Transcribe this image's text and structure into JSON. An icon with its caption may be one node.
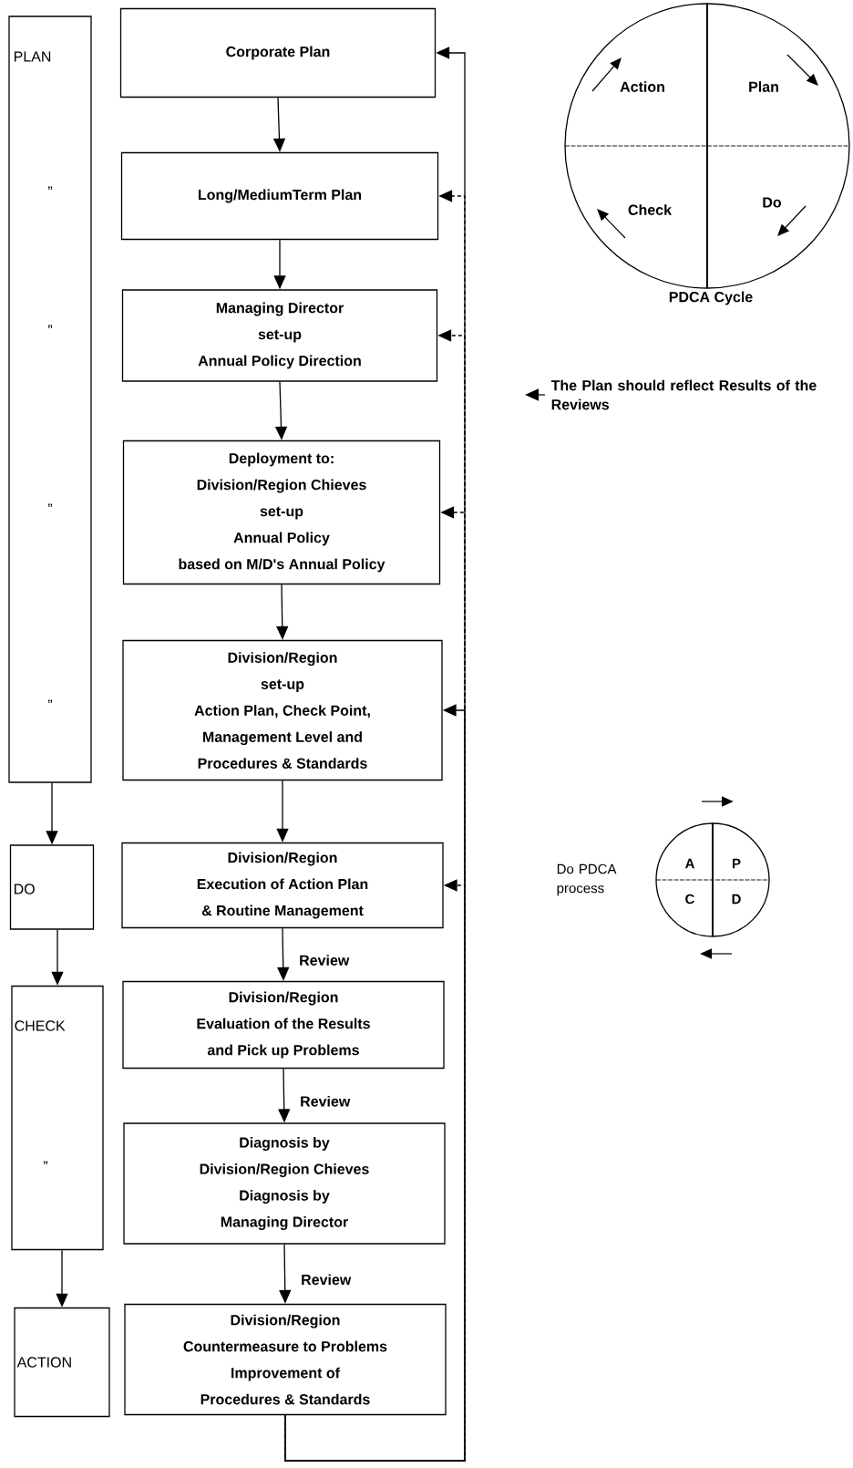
{
  "diagram": {
    "nodes": [
      {
        "text": [
          "PLAN",
          "”",
          "”",
          "”",
          "”"
        ]
      },
      {
        "text": [
          "Corporate Plan"
        ]
      },
      {
        "text": [
          "Long/MediumTerm Plan"
        ]
      },
      {
        "text": [
          "Managing Director",
          "set-up",
          "Annual Policy Direction"
        ]
      },
      {
        "text": [
          "Deployment to:",
          "Division/Region Chieves",
          "set-up",
          "Annual Policy",
          "based on M/D's Annual Policy"
        ]
      },
      {
        "text": [
          "Division/Region",
          "set-up",
          "Action Plan, Check Point,",
          "Management Level and",
          "Procedures & Standards"
        ]
      },
      {
        "text": [
          "DO"
        ]
      },
      {
        "text": [
          "Division/Region",
          "Execution of Action Plan",
          "& Routine Management"
        ]
      },
      {
        "text": [
          "CHECK",
          "”"
        ]
      },
      {
        "text": [
          "Division/Region",
          "Evaluation of the Results",
          "and Pick up Problems"
        ]
      },
      {
        "text": [
          "Diagnosis by",
          "Division/Region Chieves",
          "Diagnosis by",
          "Managing Director"
        ]
      },
      {
        "text": [
          "ACTION"
        ]
      },
      {
        "text": [
          "Division/Region",
          "Countermeasure to Problems",
          "Improvement of",
          "Procedures & Standards"
        ]
      },
      {
        "text": [
          "Action",
          "Plan",
          "Check",
          "Do"
        ],
        "beside": [
          "PDCA Cycle"
        ]
      },
      {
        "text": [
          "A",
          "P",
          "C",
          "D"
        ],
        "beside": [
          "Do PDCA process"
        ]
      }
    ],
    "edges": [
      {
        "from": 1,
        "to": 2,
        "arrow": "to"
      },
      {
        "from": 2,
        "to": 3,
        "arrow": "to"
      },
      {
        "from": 3,
        "to": 4,
        "arrow": "to"
      },
      {
        "from": 4,
        "to": 5,
        "arrow": "to"
      },
      {
        "from": 5,
        "to": 7,
        "arrow": "to"
      },
      {
        "from": 7,
        "to": 9,
        "arrow": "to",
        "label": "Review"
      },
      {
        "from": 9,
        "to": 10,
        "arrow": "to",
        "label": "Review"
      },
      {
        "from": 10,
        "to": 12,
        "arrow": "to",
        "label": "Review"
      },
      {
        "from": 0,
        "to": 6,
        "arrow": "to"
      },
      {
        "from": 6,
        "to": 8,
        "arrow": "to"
      },
      {
        "from": 8,
        "to": 11,
        "arrow": "to"
      },
      {
        "from": 12,
        "to": 1,
        "arrow": "to"
      },
      {
        "from": 12,
        "to": 2,
        "arrow": "to",
        "style": "dashed"
      },
      {
        "from": 12,
        "to": 3,
        "arrow": "to",
        "style": "dashed"
      },
      {
        "from": 12,
        "to": 4,
        "arrow": "to",
        "style": "dashed"
      },
      {
        "from": 12,
        "to": 5,
        "arrow": "to"
      },
      {
        "from": 12,
        "to": 7,
        "arrow": "to",
        "style": "dashed"
      }
    ],
    "legend": [
      {
        "text": "The Plan should reflect Results of the Reviews"
      }
    ]
  }
}
